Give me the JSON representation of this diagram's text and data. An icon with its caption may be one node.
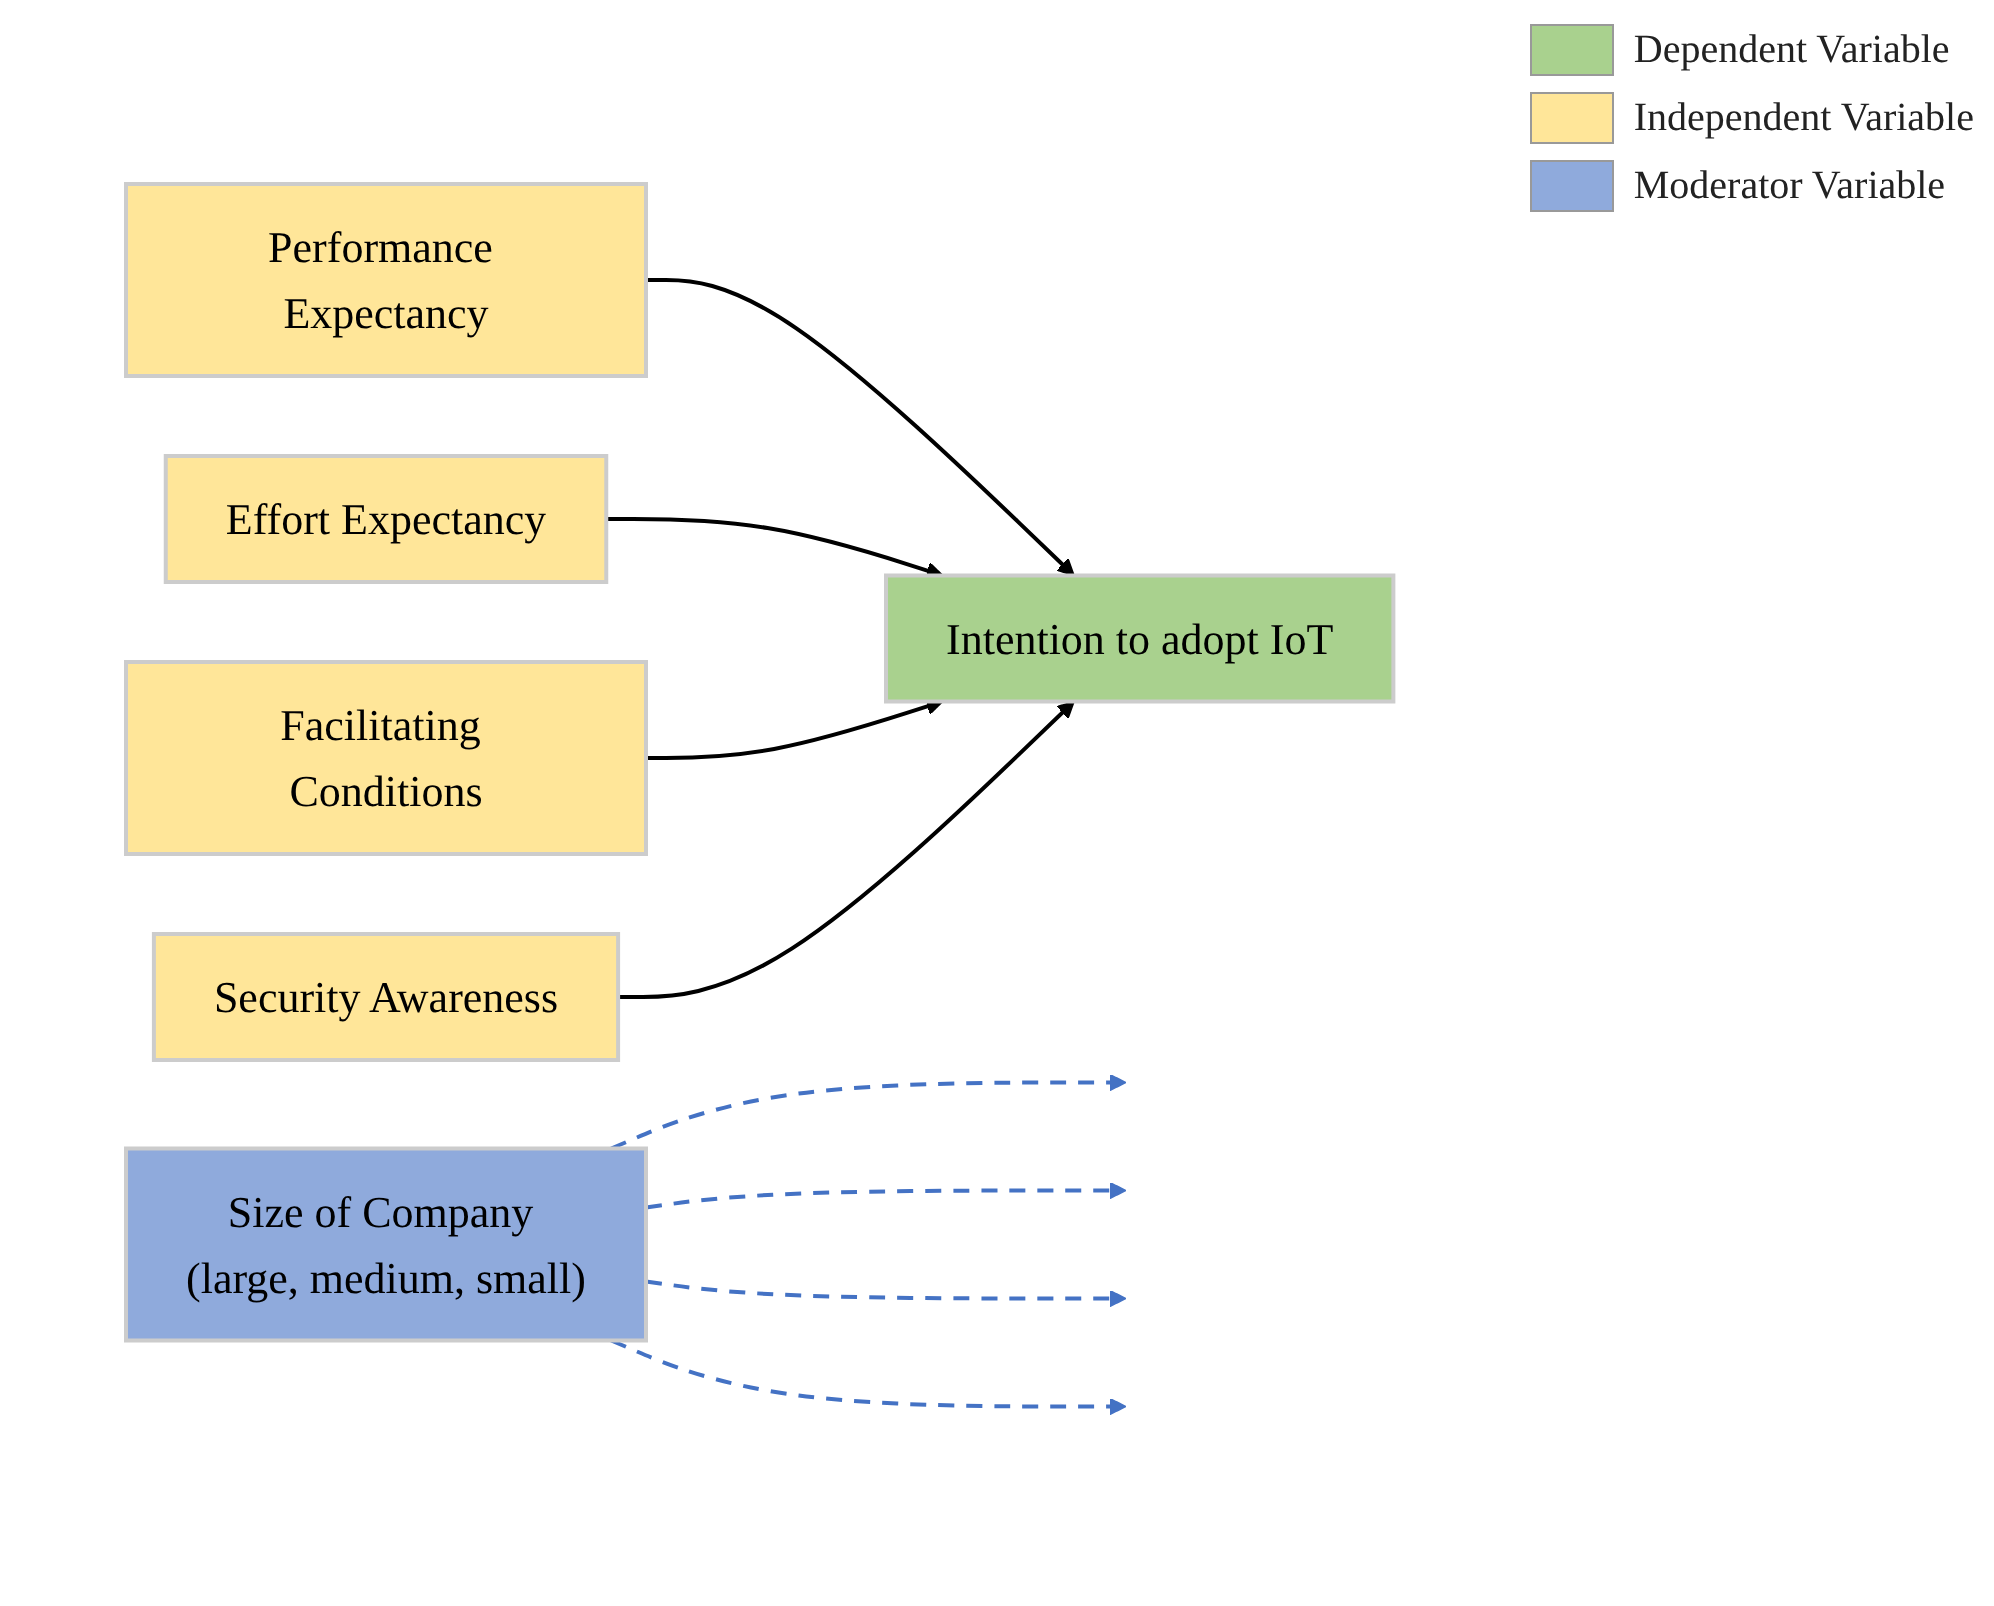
{
  "diagram": {
    "nodes": [
      {
        "text": [
          "Performance Expectancy"
        ]
      },
      {
        "text": [
          "Effort Expectancy"
        ]
      },
      {
        "text": [
          "Facilitating Conditions"
        ]
      },
      {
        "text": [
          "Security Awareness"
        ]
      },
      {
        "text": [
          "Intention to adopt IoT"
        ]
      },
      {
        "text": [
          "Size of Company (large, medium, small)"
        ]
      }
    ],
    "edges": [
      {
        "from": 0,
        "to": 4,
        "arrow": "to"
      },
      {
        "from": 1,
        "to": 4,
        "arrow": "to"
      },
      {
        "from": 2,
        "to": 4,
        "arrow": "to"
      },
      {
        "from": 3,
        "to": 4,
        "arrow": "to"
      },
      {
        "from": 5,
        "to": null,
        "arrow": "to",
        "style": "dashed",
        "color": "#4472c4"
      },
      {
        "from": 5,
        "to": null,
        "arrow": "to",
        "style": "dashed",
        "color": "#4472c4"
      },
      {
        "from": 5,
        "to": null,
        "arrow": "to",
        "style": "dashed",
        "color": "#4472c4"
      },
      {
        "from": 5,
        "to": null,
        "arrow": "to",
        "style": "dashed",
        "color": "#4472c4"
      }
    ],
    "legend": [
      {
        "text": "Dependent Variable",
        "color": "#a9d18e"
      },
      {
        "text": "Independent Variable",
        "color": "#ffe699"
      },
      {
        "text": "Moderator Variable",
        "color": "#8faadc"
      }
    ]
  }
}
